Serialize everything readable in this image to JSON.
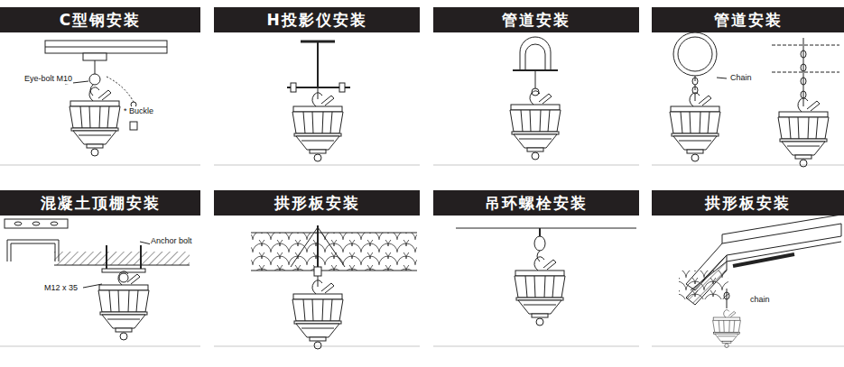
{
  "diagram": {
    "nodes": [
      {
        "text": [
          "C型钢安装"
        ]
      },
      {
        "text": [
          "H投影仪安装"
        ]
      },
      {
        "text": [
          "管道安装"
        ]
      },
      {
        "text": [
          "管道安装"
        ]
      },
      {
        "text": [
          "混凝土顶棚安装"
        ]
      },
      {
        "text": [
          "拱形板安装"
        ]
      },
      {
        "text": [
          "吊环螺栓安装"
        ]
      },
      {
        "text": [
          "拱形板安装"
        ]
      }
    ],
    "labels": [
      "Eye-bolt M10",
      "* Buckle",
      "Chain",
      "Anchor bolt",
      "M12 x 35",
      "chain"
    ]
  }
}
